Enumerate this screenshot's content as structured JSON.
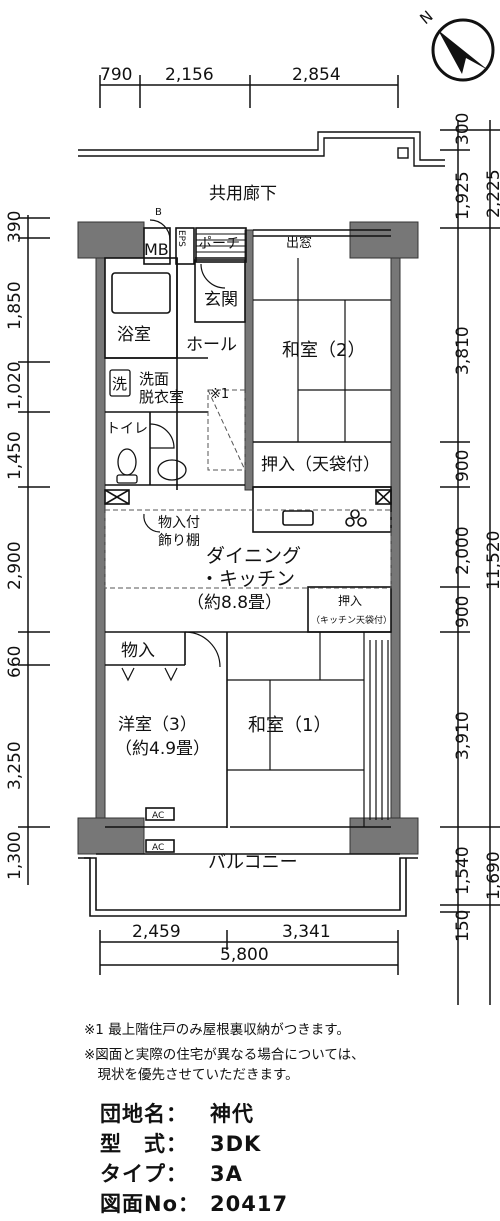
{
  "compass": {
    "north_label": "N"
  },
  "dimensions": {
    "top": [
      "790",
      "2,156",
      "2,854"
    ],
    "left": [
      "390",
      "1,850",
      "1,020",
      "1,450",
      "2,900",
      "660",
      "3,250",
      "1,300"
    ],
    "right": [
      "300",
      "1,925",
      "3,810",
      "900",
      "2,000",
      "900",
      "3,910",
      "1,540",
      "150"
    ],
    "right_outer": [
      "2,225",
      "11,520",
      "1,690"
    ],
    "bottom": [
      "2,459",
      "3,341"
    ],
    "bottom_total": "5,800"
  },
  "rooms": {
    "corridor": "共用廊下",
    "mb": "MB",
    "b": "B",
    "eps": "EPS",
    "porch": "ポーチ",
    "bay_window": "出窓",
    "entrance": "玄関",
    "bath": "浴室",
    "hall": "ホール",
    "washroom_icon": "洗",
    "washroom": [
      "洗面",
      "脱衣室"
    ],
    "note_mark": "※1",
    "toilet": "トイレ",
    "washitsu2": "和室（2）",
    "closet_top": "押入（天袋付）",
    "display_shelf": [
      "物入付",
      "飾り棚"
    ],
    "dining": [
      "ダイニング",
      "・キッチン",
      "（約8.8畳）"
    ],
    "kitchen_closet": [
      "押入",
      "（キッチン天袋付）"
    ],
    "storage": "物入",
    "yoshitsu3": [
      "洋室（3）",
      "（約4.9畳）"
    ],
    "washitsu1": "和室（1）",
    "ac1": "AC",
    "ac2": "AC",
    "balcony": "バルコニー"
  },
  "notes": [
    "※1 最上階住戸のみ屋根裏収納がつきます。",
    "※図面と実際の住宅が異なる場合については、",
    "　現状を優先させていただきます。"
  ],
  "info": [
    {
      "key": "団地名：",
      "value": "神代"
    },
    {
      "key": "型　式：",
      "value": "3DK"
    },
    {
      "key": "タイプ：",
      "value": "3A"
    },
    {
      "key": "図面No：",
      "value": "20417"
    }
  ]
}
